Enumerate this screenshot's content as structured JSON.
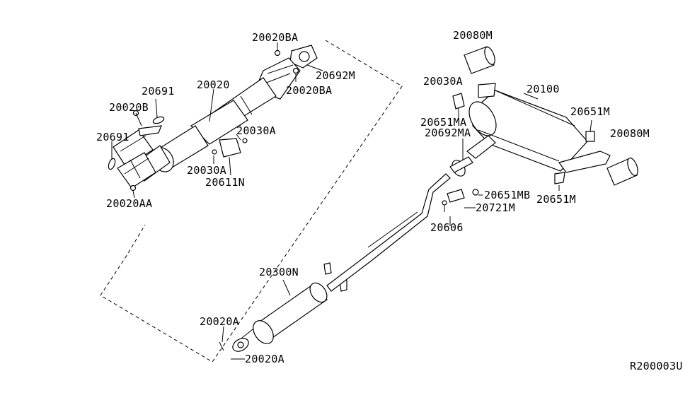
{
  "diagram": {
    "reference_code": "R200003U",
    "part_labels": {
      "p20020BA_top": "20020BA",
      "p20692M": "20692M",
      "p20020BA_bottom": "20020BA",
      "p20691_a": "20691",
      "p20020": "20020",
      "p20020B": "20020B",
      "p20691_b": "20691",
      "p20030A_right": "20030A",
      "p20030A_left": "20030A",
      "p20611N": "20611N",
      "p20020AA": "20020AA",
      "p20080M_top": "20080M",
      "p20030A_muffler": "20030A",
      "p20100": "20100",
      "p20651MA": "20651MA",
      "p20651M_right": "20651M",
      "p20692MA": "20692MA",
      "p20080M_right": "20080M",
      "p20651MB": "20651MB",
      "p20651M_bottom": "20651M",
      "p20721M": "20721M",
      "p20606": "20606",
      "p20300N": "20300N",
      "p20020A_upper": "20020A",
      "p20020A_lower": "20020A"
    }
  }
}
